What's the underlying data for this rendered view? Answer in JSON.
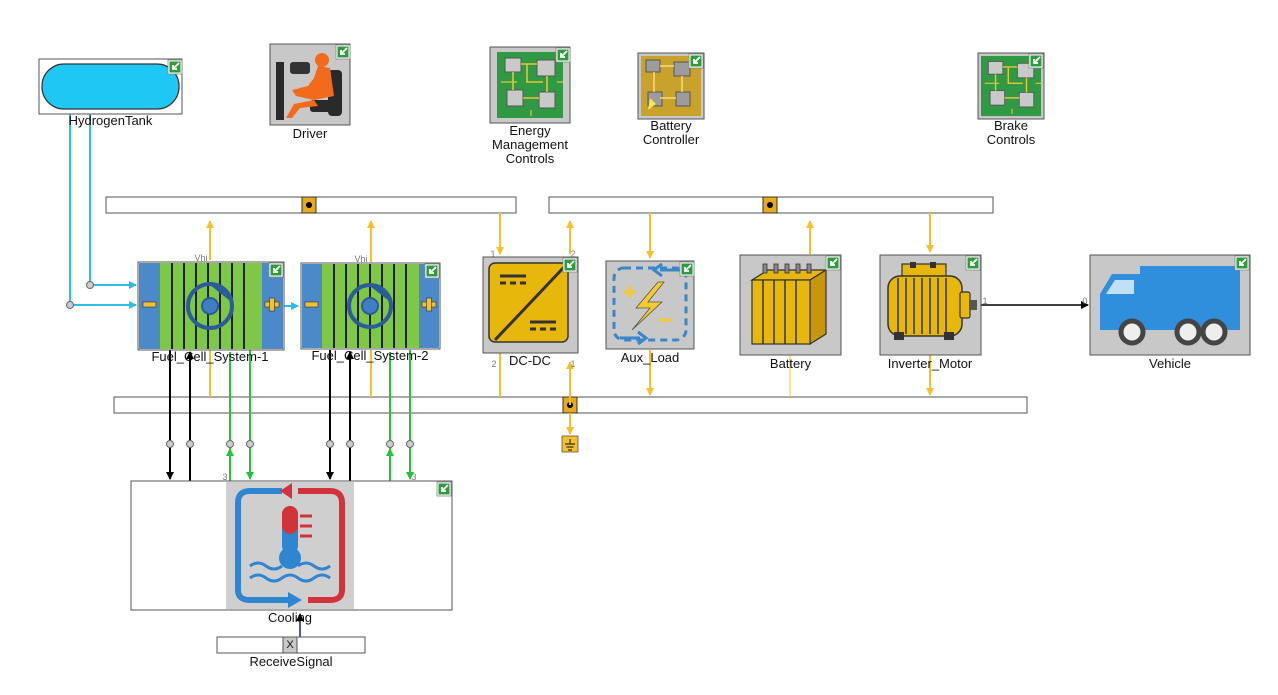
{
  "blocks": {
    "hydrogen_tank": "HydrogenTank",
    "driver": "Driver",
    "energy_mgmt": [
      "Energy",
      "Management",
      "Controls"
    ],
    "battery_controller": [
      "Battery",
      "Controller"
    ],
    "brake_controls": [
      "Brake",
      "Controls"
    ],
    "fuel_cell_1": "Fuel_Cell_System-1",
    "fuel_cell_2": "Fuel_Cell_System-2",
    "dcdc": "DC-DC",
    "aux_load": "Aux_Load",
    "battery": "Battery",
    "inverter_motor": "Inverter_Motor",
    "vehicle": "Vehicle",
    "cooling": "Cooling",
    "receive_signal": "ReceiveSignal",
    "receive_signal_mark": "X"
  },
  "ports": {
    "vhi_1": "Vhi",
    "vhi_2": "Vhi",
    "dcdc_tl": "1",
    "dcdc_tr": "2",
    "dcdc_bl": "2",
    "dcdc_br": "1",
    "motor_out": "1",
    "vehicle_in": "0",
    "cool_l": "3",
    "cool_r": "3"
  },
  "colors": {
    "signal": "#f5c02a",
    "coolant": "#22c43a",
    "hydrogen": "#29bfe8",
    "mechanical": "#000000",
    "chassis": "#b8b8b8",
    "fc_green": "#7ec845",
    "fc_blue": "#4c89c8",
    "gold": "#e8b70c"
  },
  "icons": {
    "hydrogen_tank": "tank-icon",
    "driver": "seated-driver-icon",
    "controller": "circuit-board-icon",
    "fuel_cell": "fuel-cell-stack-icon",
    "dcdc": "converter-icon",
    "aux_load": "electric-load-icon",
    "battery": "battery-pack-icon",
    "motor": "electric-motor-icon",
    "vehicle": "truck-icon",
    "cooling": "thermometer-coolant-icon",
    "ground": "ground-icon",
    "expand": "expand-arrow-icon"
  }
}
